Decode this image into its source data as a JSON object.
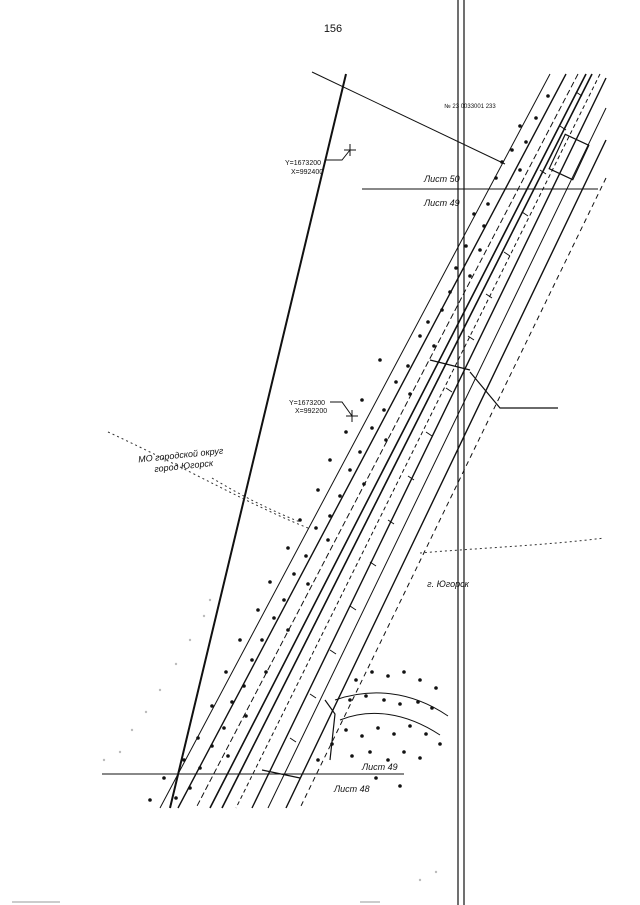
{
  "page": {
    "number": "156"
  },
  "map": {
    "header_code": "№ 23 0033001 233",
    "coord_top": {
      "y": "Y=1673200",
      "x": "X=992400"
    },
    "coord_mid": {
      "y": "Y=1673200",
      "x": "X=992200"
    },
    "sheet_50_top": "Лист 50",
    "sheet_49_top": "Лист 49",
    "sheet_49_bottom": "Лист 49",
    "sheet_48_bottom": "Лист 48",
    "district_line1": "МО городской округ",
    "district_line2": "город Югорск",
    "town_label": "г. Югорск"
  },
  "colors": {
    "ink": "#111111",
    "paper": "#ffffff"
  },
  "icons": {
    "tree_marker": "filled-dot",
    "coord_cross": "plus-cross"
  }
}
